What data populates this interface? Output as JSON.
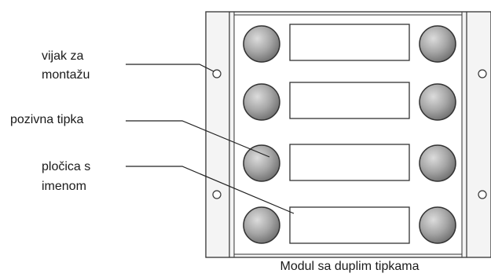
{
  "labels": {
    "mounting_screw_line1": "vijak za",
    "mounting_screw_line2": "montažu",
    "call_button": "pozivna tipka",
    "name_plate_line1": "pločica s",
    "name_plate_line2": "imenom"
  },
  "caption": "Modul sa duplim tipkama",
  "colors": {
    "outline": "#333333",
    "button_light": "#d6d6d6",
    "button_dark": "#7a7a7a",
    "panel_fill": "#ffffff",
    "frame_fill": "#f2f2f2"
  }
}
